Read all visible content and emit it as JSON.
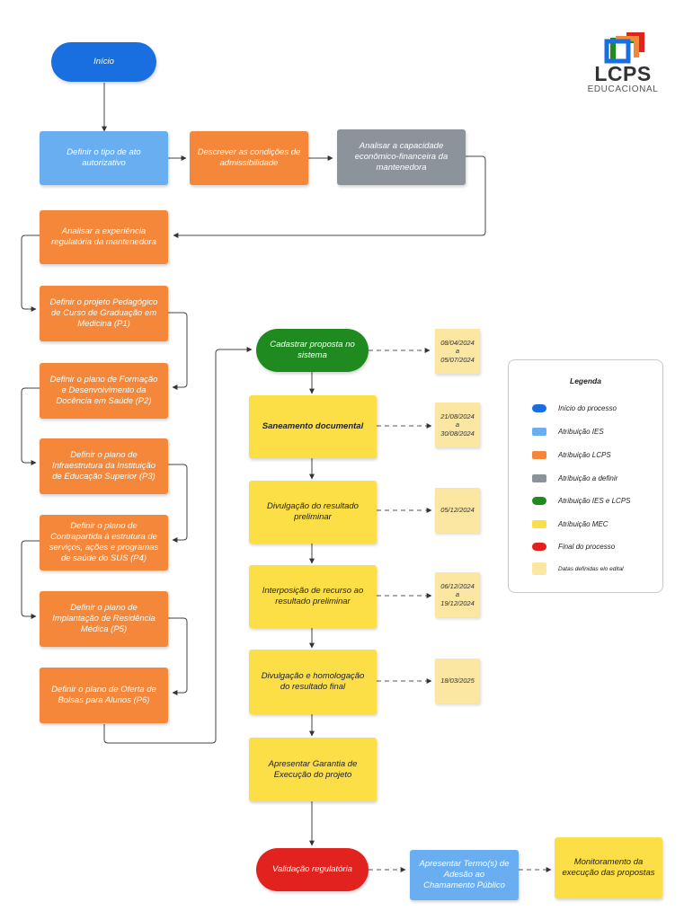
{
  "logo": {
    "name": "LCPS",
    "sub": "EDUCACIONAL"
  },
  "nodes": {
    "inicio": "Início",
    "definir_tipo": "Definir o tipo de ato autorizativo",
    "descrever": "Descrever as condições de admissibilidade",
    "analisar_capacidade": "Analisar a capacidade econômico-financeira da mantenedora",
    "analisar_experiencia": "Analisar a experiência regulatória da mantenedora",
    "p1": "Definir o projeto Pedagógico de Curso de Graduação em Medicina (P1)",
    "p2": "Definir o plano de Formação e Desenvolvimento da Docência em Saúde (P2)",
    "p3": "Definir o plano de Infraestrutura da Instituição de Educação Superior  (P3)",
    "p4": "Definir o plano de Contrapartida à estrutura de serviços, ações e programas de saúde do SUS (P4)",
    "p5": "Definir o plano de Implantação de Residência Médica (P5)",
    "p6": "Definir o plano de Oferta de Bolsas para Alunos (P6)",
    "cadastrar": "Cadastrar proposta no sistema",
    "saneamento": "Saneamento documental",
    "divulgacao_preliminar": "Divulgação do resultado preliminar",
    "interposicao": "Interposição de recurso ao resultado preliminar",
    "homologacao": "Divulgação e homologação do resultado final",
    "garantia": "Apresentar Garantia de Execução do projeto",
    "validacao": "Validação regulatória",
    "termo": "Apresentar Termo(s) de Adesão ao Chamamento Público",
    "monitoramento": "Monitoramento da execução das propostas"
  },
  "dates": {
    "d1": "08/04/2024\na\n05/07/2024",
    "d2": "21/08/2024\na\n30/08/2024",
    "d3": "05/12/2024",
    "d4": "06/12/2024\na\n19/12/2024",
    "d5": "18/03/2025"
  },
  "legend": {
    "title": "Legenda",
    "items": [
      {
        "label": "Início do processo",
        "color": "#1a6fe0"
      },
      {
        "label": "Atribuição IES",
        "color": "#6aaef2"
      },
      {
        "label": "Atribuição LCPS",
        "color": "#f5873a"
      },
      {
        "label": "Atribuição a definir",
        "color": "#8c939b"
      },
      {
        "label": "Atribuição IES e LCPS",
        "color": "#1f8a1f"
      },
      {
        "label": "Atribuição MEC",
        "color": "#fcdf47"
      },
      {
        "label": "Final do processo",
        "color": "#e1221e"
      },
      {
        "label": "Datas definidas elo edital",
        "color": "#fbe7a1"
      }
    ]
  }
}
